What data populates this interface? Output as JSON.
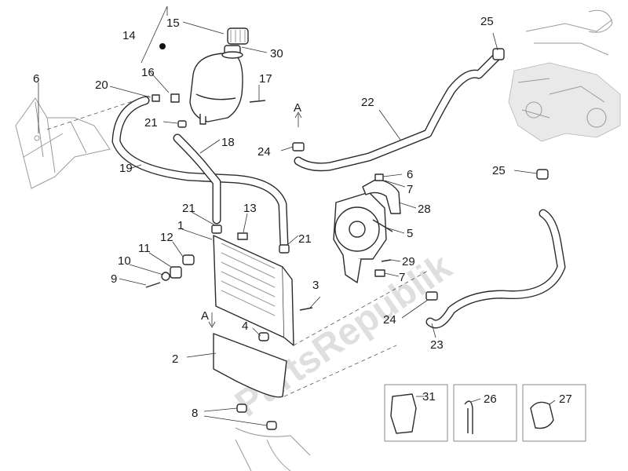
{
  "watermark": "PartsRepublik",
  "view_marker": "A",
  "callouts": {
    "c1": "1",
    "c2": "2",
    "c3": "3",
    "c4": "4",
    "c5": "5",
    "c6a": "6",
    "c6b": "6",
    "c7a": "7",
    "c7b": "7",
    "c8": "8",
    "c9": "9",
    "c10": "10",
    "c11": "11",
    "c12": "12",
    "c13": "13",
    "c14": "14",
    "c15": "15",
    "c16": "16",
    "c17": "17",
    "c18": "18",
    "c19": "19",
    "c20": "20",
    "c21a": "21",
    "c21b": "21",
    "c21c": "21",
    "c22": "22",
    "c23": "23",
    "c24a": "24",
    "c24b": "24",
    "c25a": "25",
    "c25b": "25",
    "c26": "26",
    "c27": "27",
    "c28": "28",
    "c29": "29",
    "c30": "30",
    "c31": "31"
  }
}
